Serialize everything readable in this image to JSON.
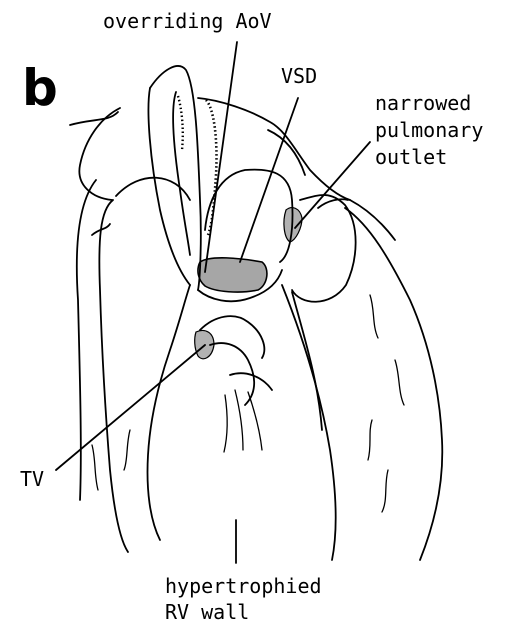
{
  "panel_letter": "b",
  "labels": {
    "overriding_aov": "overriding AoV",
    "vsd": "VSD",
    "narrowed_line1": "narrowed",
    "narrowed_line2": "pulmonary",
    "narrowed_line3": "outlet",
    "tv": "TV",
    "hypertrophied_line1": "hypertrophied",
    "hypertrophied_line2": "RV wall"
  }
}
